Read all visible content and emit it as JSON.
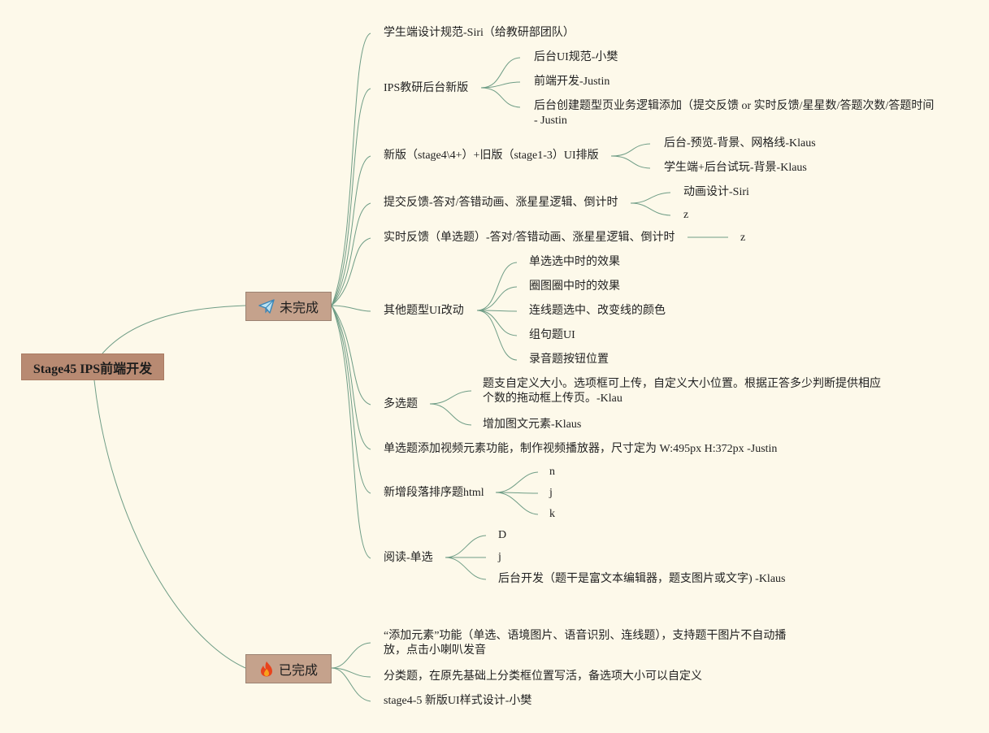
{
  "colors": {
    "background": "#fdf9ea",
    "root": "#b88a72",
    "branch": "#c5a28c",
    "line": "#6f9d86"
  },
  "root": {
    "label": "Stage45 IPS前端开发"
  },
  "branches": {
    "incomplete": {
      "label": "未完成",
      "icon": "paper-plane-icon",
      "items": {
        "student_spec": "学生端设计规范-Siri（给教研部团队）",
        "ips_admin": {
          "label": "IPS教研后台新版",
          "children": [
            "后台UI规范-小樊",
            "前端开发-Justin",
            "后台创建题型页业务逻辑添加（提交反馈 or 实时反馈/星星数/答题次数/答题时间 - Justin"
          ]
        },
        "new_old_ui": {
          "label": "新版（stage4\\4+）+旧版（stage1-3）UI排版",
          "children": [
            "后台-预览-背景、网格线-Klaus",
            "学生端+后台试玩-背景-Klaus"
          ]
        },
        "submit_feedback": {
          "label": "提交反馈-答对/答错动画、涨星星逻辑、倒计时",
          "children": [
            "动画设计-Siri",
            "z"
          ]
        },
        "realtime_feedback": {
          "label": "实时反馈（单选题）-答对/答错动画、涨星星逻辑、倒计时",
          "children": [
            "z"
          ]
        },
        "other_ui": {
          "label": "其他题型UI改动",
          "children": [
            "单选选中时的效果",
            "圈图圈中时的效果",
            "连线题选中、改变线的颜色",
            "组句题UI",
            "录音题按钮位置"
          ]
        },
        "multi_choice": {
          "label": "多选题",
          "children": [
            "题支自定义大小。选项框可上传，自定义大小位置。根据正答多少判断提供相应个数的拖动框上传页。-Klau",
            "增加图文元素-Klaus"
          ]
        },
        "single_video": "单选题添加视频元素功能，制作视频播放器，尺寸定为 W:495px H:372px -Justin",
        "paragraph_sort": {
          "label": "新增段落排序题html",
          "children": [
            "n",
            "j",
            "k"
          ]
        },
        "reading": {
          "label": "阅读-单选",
          "children": [
            "D",
            "j",
            "后台开发（题干是富文本编辑器，题支图片或文字) -Klaus"
          ]
        }
      }
    },
    "complete": {
      "label": "已完成",
      "icon": "fire-icon",
      "items": [
        "“添加元素”功能（单选、语境图片、语音识别、连线题），支持题干图片不自动播放，点击小喇叭发音",
        "分类题，在原先基础上分类框位置写活，备选项大小可以自定义",
        "stage4-5 新版UI样式设计-小樊"
      ]
    }
  }
}
